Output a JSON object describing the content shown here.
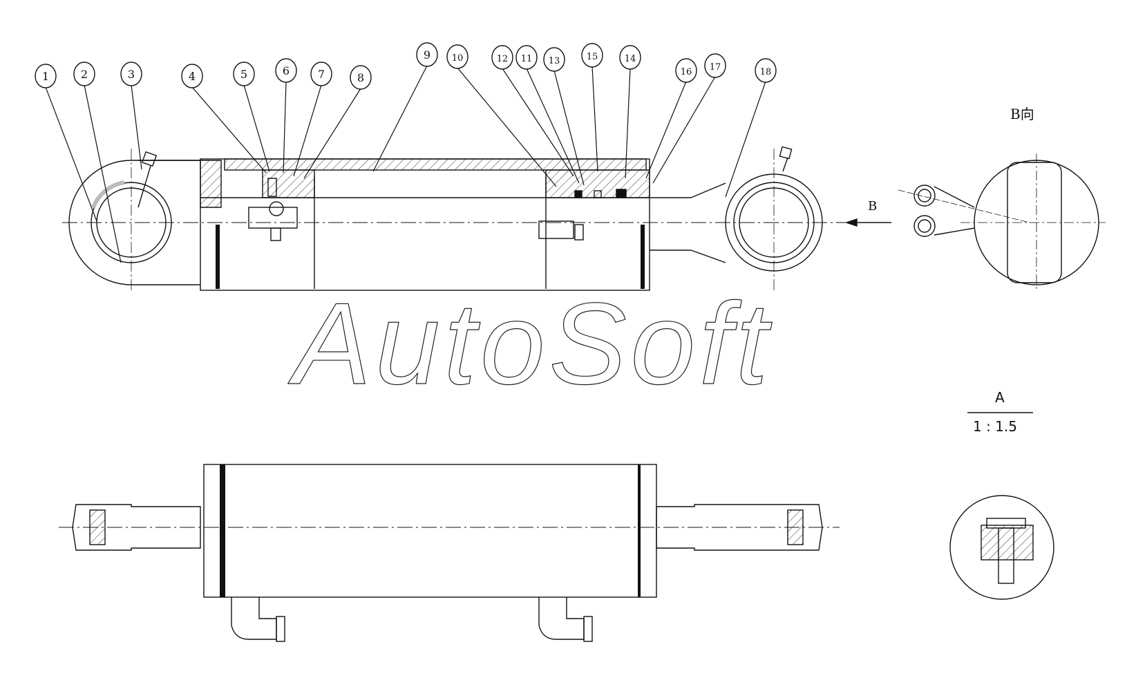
{
  "callouts": [
    {
      "label": "1"
    },
    {
      "label": "2"
    },
    {
      "label": "3"
    },
    {
      "label": "4"
    },
    {
      "label": "5"
    },
    {
      "label": "6"
    },
    {
      "label": "7"
    },
    {
      "label": "8"
    },
    {
      "label": "9"
    },
    {
      "label": "10"
    },
    {
      "label": "12"
    },
    {
      "label": "11"
    },
    {
      "label": "13"
    },
    {
      "label": "15"
    },
    {
      "label": "14"
    },
    {
      "label": "16"
    },
    {
      "label": "17"
    },
    {
      "label": "18"
    }
  ],
  "view_b": {
    "title": "B向",
    "arrow_label": "B"
  },
  "detail_a": {
    "label": "A",
    "scale": "1 : 1.5"
  },
  "watermark": "AutoSoft",
  "colors": {
    "line": "#111111",
    "hatch": "#333333",
    "background": "#ffffff"
  }
}
